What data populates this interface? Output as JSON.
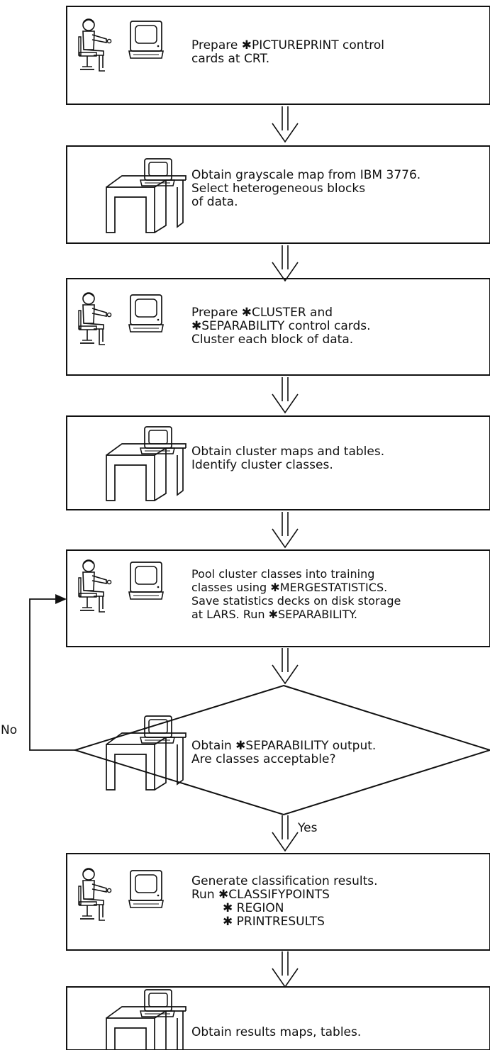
{
  "colors": {
    "ink": "#111111",
    "paper": "#ffffff"
  },
  "steps": [
    {
      "id": "prepare-pictureprint",
      "icon": "operator-at-crt-icon",
      "lines": [
        "Prepare ✱PICTUREPRINT control",
        "cards at CRT."
      ]
    },
    {
      "id": "obtain-grayscale",
      "icon": "printer-terminal-icon",
      "lines": [
        "Obtain grayscale map from IBM 3776.",
        "Select heterogeneous blocks",
        "of data."
      ]
    },
    {
      "id": "prepare-cluster",
      "icon": "operator-at-crt-icon",
      "lines": [
        "Prepare ✱CLUSTER and",
        "✱SEPARABILITY control cards.",
        "Cluster each block of data."
      ]
    },
    {
      "id": "obtain-cluster-maps",
      "icon": "printer-terminal-icon",
      "lines": [
        "Obtain cluster maps and tables.",
        "Identify cluster classes."
      ]
    },
    {
      "id": "pool-cluster-classes",
      "icon": "operator-at-crt-icon",
      "lines": [
        "Pool cluster classes into training",
        "classes using ✱MERGESTATISTICS.",
        "Save statistics decks on disk storage",
        "at LARS. Run ✱SEPARABILITY."
      ]
    },
    {
      "id": "decision-separability",
      "icon": "printer-terminal-icon",
      "lines": [
        "Obtain ✱SEPARABILITY output.",
        "Are classes acceptable?"
      ]
    },
    {
      "id": "generate-classification",
      "icon": "operator-at-crt-icon",
      "lines": [
        "Generate classification results.",
        "Run ✱CLASSIFYPOINTS"
      ],
      "sublines": [
        "✱ REGION",
        "✱ PRINTRESULTS"
      ]
    },
    {
      "id": "obtain-results",
      "icon": "printer-terminal-icon",
      "lines": [
        "Obtain results maps, tables."
      ]
    }
  ],
  "branches": {
    "no_label": "No",
    "yes_label": "Yes"
  }
}
